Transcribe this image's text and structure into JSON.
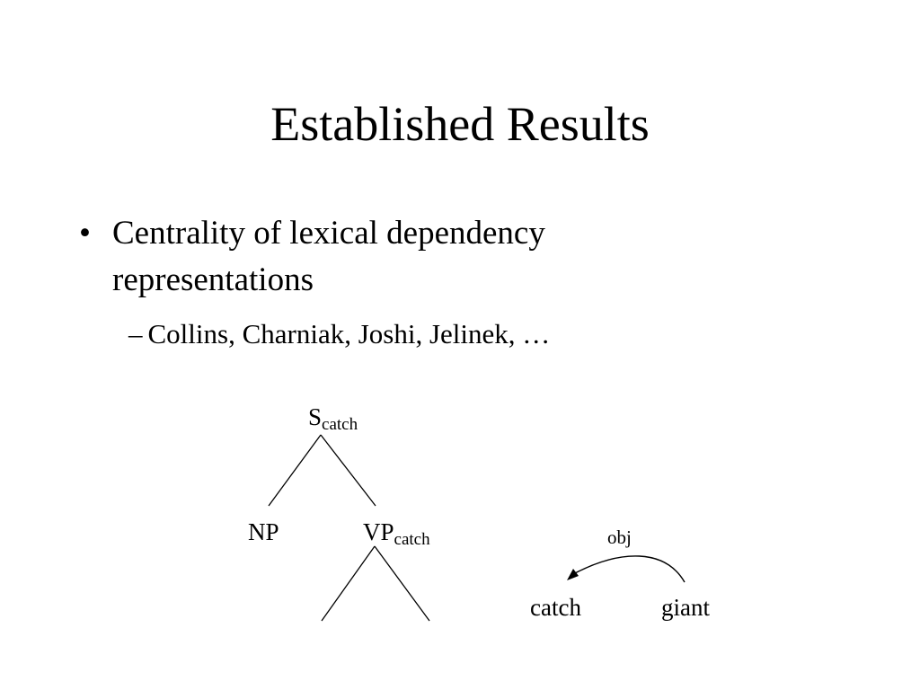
{
  "slide": {
    "title": "Established Results",
    "bullets": [
      {
        "marker": "•",
        "text": "Centrality of lexical dependency representations",
        "sub_bullets": [
          {
            "marker": "–",
            "text": "Collins, Charniak, Joshi, Jelinek, …"
          }
        ]
      }
    ]
  },
  "tree": {
    "root": {
      "label": "S",
      "head": "catch"
    },
    "left_child": {
      "label": "NP"
    },
    "right_child": {
      "label": "VP",
      "head": "catch"
    }
  },
  "dependency": {
    "words": [
      "catch",
      "giant"
    ],
    "arc_label": "obj"
  }
}
